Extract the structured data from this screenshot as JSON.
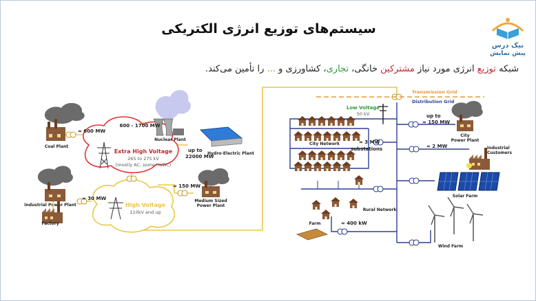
{
  "title": "سیستم‌های توزیع انرژی الکتریکی",
  "subtitle": {
    "p1": "شبکه ",
    "p2": "توزیع",
    "p3": " انرژی مورد نیاز ",
    "p4": "مشترکین",
    "p5": " خانگی، ",
    "p6": "تجاری",
    "p7": "، کشاورزی و ",
    "p8": "...",
    "p9": " را تأمین می‌کند."
  },
  "logo": {
    "line1": "نیک درس",
    "line2": "پیش نمایش"
  },
  "diagram": {
    "coal_plant": "Coal Plant",
    "coal_mw": "≈ 600  MW",
    "nuclear_mw": "600 - 1700  MW",
    "nuclear_plant": "Nuclear Plant",
    "hydro_plant": "Hydro-Electric Plant",
    "hydro_mw1": "up to",
    "hydro_mw2": "22000  MW",
    "ehv_title": "Extra High Voltage",
    "ehv_l1": "265 to 275 kV",
    "ehv_l2": "(mostly AC, some HVDC)",
    "hv_title": "High Voltage",
    "hv_l1": "110kV and up",
    "industrial_plant": "Industrial Power Plant",
    "industrial_mw": "≈ 30  MW",
    "factory": "Factory",
    "medium_mw": "≈ 150  MW",
    "medium_plant1": "Medium Sized",
    "medium_plant2": "Power Plant",
    "transmission_grid": "Transmission Grid",
    "distribution_grid": "Distribution Grid",
    "low_voltage": "Low Voltage",
    "low_voltage_kv": "50 kV",
    "city_network": "City Network",
    "substations_mw": "≈ 3  MW",
    "substations": "substations",
    "rural_network": "Rural Network",
    "farm": "Farm",
    "farm_kw": "≈ 400 kW",
    "city_mw1": "up to",
    "city_mw2": "≈ 150  MW",
    "city_plant1": "City",
    "city_plant2": "Power Plant",
    "industrial_cust_mw": "≈ 2  MW",
    "industrial_cust1": "Industrial",
    "industrial_cust2": "Customers",
    "solar_farm": "Solar Farm",
    "wind_farm": "Wind Farm"
  },
  "colors": {
    "transmission": "#e8c84a",
    "distribution": "#2e3f8f",
    "title_red": "#c0282d",
    "title_green": "#2e9a3e",
    "grid_line": "#e39a3a"
  }
}
